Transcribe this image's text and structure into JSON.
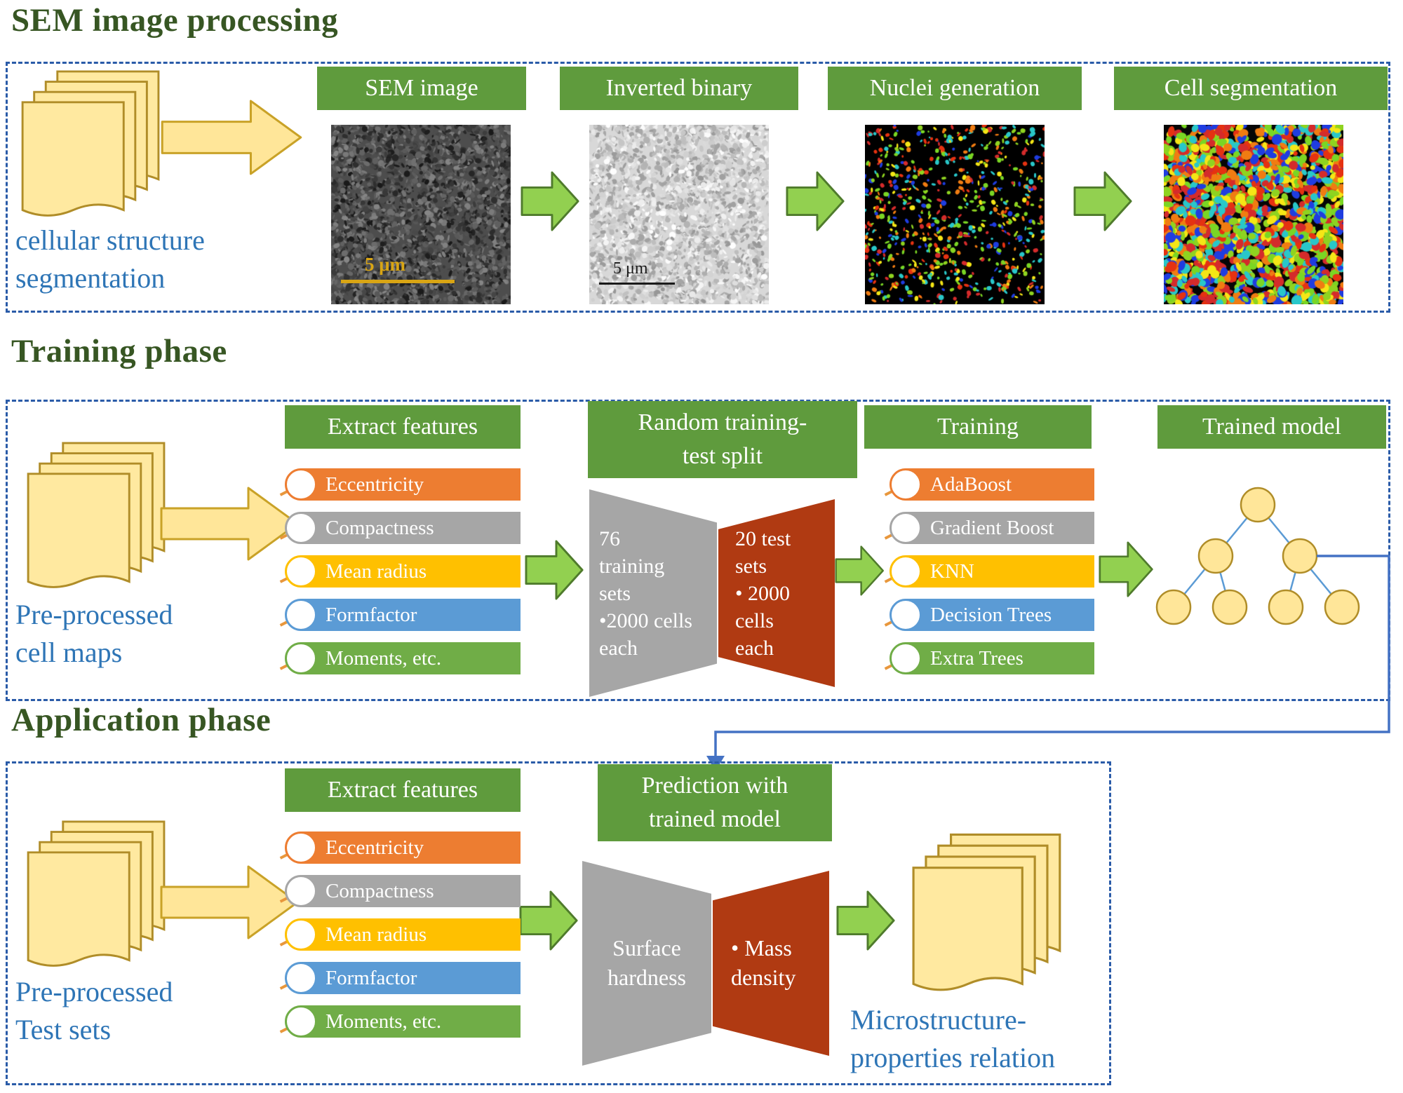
{
  "palette": {
    "header_green": "#5f9b3d",
    "title_green": "#375623",
    "label_blue": "#2e75b6",
    "box_border_blue": "#2a5ba8",
    "doc_yellow": "#ffe9a0",
    "arrow_yellow": "#ffe699",
    "arrow_green": "#92d050",
    "trap_gray": "#a6a6a6",
    "trap_red": "#b03a12",
    "scalebar_gold": "#d9a514"
  },
  "sem_section": {
    "title": "SEM image processing",
    "source_label": [
      "cellular structure",
      "segmentation"
    ],
    "steps": [
      {
        "label": "SEM image",
        "scalebar": "5 μm"
      },
      {
        "label": "Inverted binary",
        "scalebar": "5 μm"
      },
      {
        "label": "Nuclei generation"
      },
      {
        "label": "Cell segmentation"
      }
    ]
  },
  "training_section": {
    "title": "Training phase",
    "source_label": [
      "Pre-processed",
      "cell maps"
    ],
    "extract_header": "Extract features",
    "features": [
      {
        "label": "Eccentricity",
        "color": "#ed7d31"
      },
      {
        "label": "Compactness",
        "color": "#a6a6a6"
      },
      {
        "label": "Mean radius",
        "color": "#ffc000"
      },
      {
        "label": "Formfactor",
        "color": "#5b9bd5"
      },
      {
        "label": "Moments, etc.",
        "color": "#70ad47"
      }
    ],
    "split_header": [
      "Random training-",
      "test split"
    ],
    "train_funnel": [
      "76",
      "training",
      "sets",
      "•2000 cells",
      "each"
    ],
    "test_funnel": [
      "20 test",
      "sets",
      "• 2000",
      "cells",
      "each"
    ],
    "training_header": "Training",
    "models": [
      {
        "label": "AdaBoost",
        "color": "#ed7d31"
      },
      {
        "label": "Gradient Boost",
        "color": "#a6a6a6"
      },
      {
        "label": "KNN",
        "color": "#ffc000"
      },
      {
        "label": "Decision Trees",
        "color": "#5b9bd5"
      },
      {
        "label": "Extra Trees",
        "color": "#70ad47"
      }
    ],
    "trained_model_header": "Trained model"
  },
  "application_section": {
    "title": "Application phase",
    "source_label": [
      "Pre-processed",
      "Test sets"
    ],
    "extract_header": "Extract features",
    "features": [
      {
        "label": "Eccentricity",
        "color": "#ed7d31"
      },
      {
        "label": "Compactness",
        "color": "#a6a6a6"
      },
      {
        "label": "Mean radius",
        "color": "#ffc000"
      },
      {
        "label": "Formfactor",
        "color": "#5b9bd5"
      },
      {
        "label": "Moments, etc.",
        "color": "#70ad47"
      }
    ],
    "prediction_header": [
      "Prediction with",
      "trained model"
    ],
    "gray_trap": [
      "Surface",
      "hardness"
    ],
    "red_trap": [
      "• Mass",
      "density"
    ],
    "output_label": [
      "Microstructure-",
      "properties relation"
    ]
  }
}
